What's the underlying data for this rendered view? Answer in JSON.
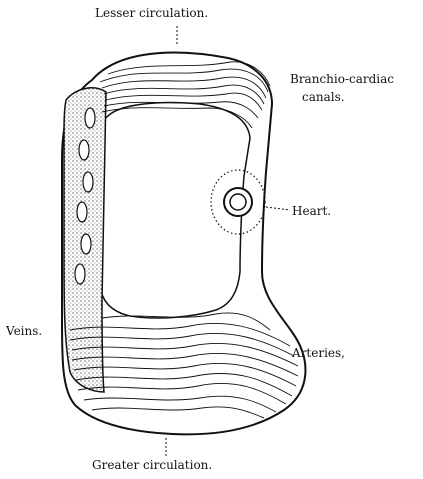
{
  "labels": {
    "lesser": "Lesser circulation.",
    "branchio_line1": "Branchio-cardiac",
    "branchio_line2": "canals.",
    "heart": "Heart.",
    "veins": "Veins.",
    "arteries": "Arteries,",
    "greater": "Greater circulation."
  },
  "icons": {
    "heart": "heart-icon",
    "vein_lacunae": "vein-lacuna-icon"
  },
  "colors": {
    "ink": "#111111",
    "paper": "#ffffff",
    "stipple": "#777777"
  }
}
